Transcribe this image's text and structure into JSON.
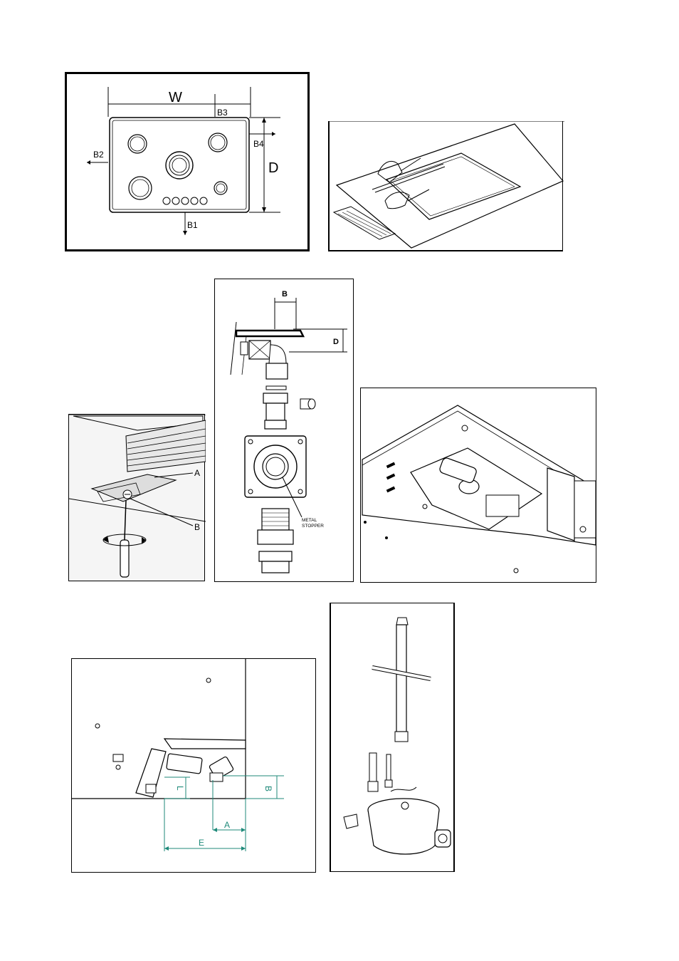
{
  "fig_dimensions": {
    "labels": {
      "w": "W",
      "d": "D",
      "b1": "B1",
      "b2": "B2",
      "b3": "B3",
      "b4": "B4"
    }
  },
  "fig_gas_fitting": {
    "labels": {
      "b": "B",
      "d": "D",
      "stopper_line1": "METAL",
      "stopper_line2": "STOPPER"
    }
  },
  "fig_bracket": {
    "labels": {
      "a": "A",
      "b": "B"
    }
  },
  "fig_side_section": {
    "labels": {
      "l": "L",
      "b": "B",
      "a": "A",
      "e": "E"
    },
    "accent_color": "#1f8a7a"
  }
}
